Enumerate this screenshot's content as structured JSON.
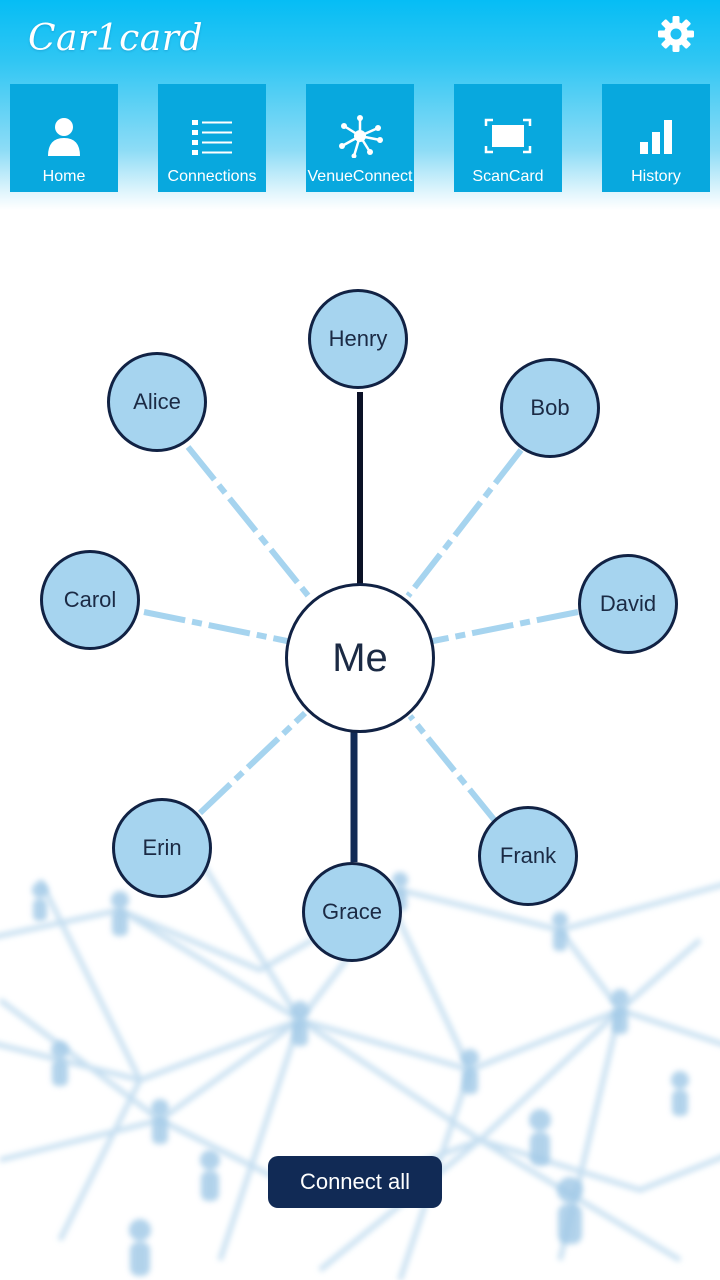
{
  "header": {
    "app_title": "Car1card",
    "settings_icon": "gear-icon"
  },
  "nav": {
    "items": [
      {
        "label": "Home",
        "icon": "user-icon"
      },
      {
        "label": "Connections",
        "icon": "list-icon"
      },
      {
        "label": "VenueConnect",
        "icon": "network-icon"
      },
      {
        "label": "ScanCard",
        "icon": "scan-icon"
      },
      {
        "label": "History",
        "icon": "bar-chart-icon"
      }
    ]
  },
  "graph": {
    "center": "Me",
    "nodes": [
      {
        "name": "Henry",
        "link": "solid"
      },
      {
        "name": "Alice",
        "link": "dashed"
      },
      {
        "name": "Bob",
        "link": "dashed"
      },
      {
        "name": "Carol",
        "link": "dashed"
      },
      {
        "name": "David",
        "link": "dashed"
      },
      {
        "name": "Erin",
        "link": "dashed"
      },
      {
        "name": "Grace",
        "link": "solid"
      },
      {
        "name": "Frank",
        "link": "dashed"
      }
    ]
  },
  "actions": {
    "connect_all_label": "Connect all"
  },
  "colors": {
    "accent": "#08a8de",
    "node_fill": "#a6d4ef",
    "node_border": "#112244",
    "button_bg": "#112a55"
  }
}
